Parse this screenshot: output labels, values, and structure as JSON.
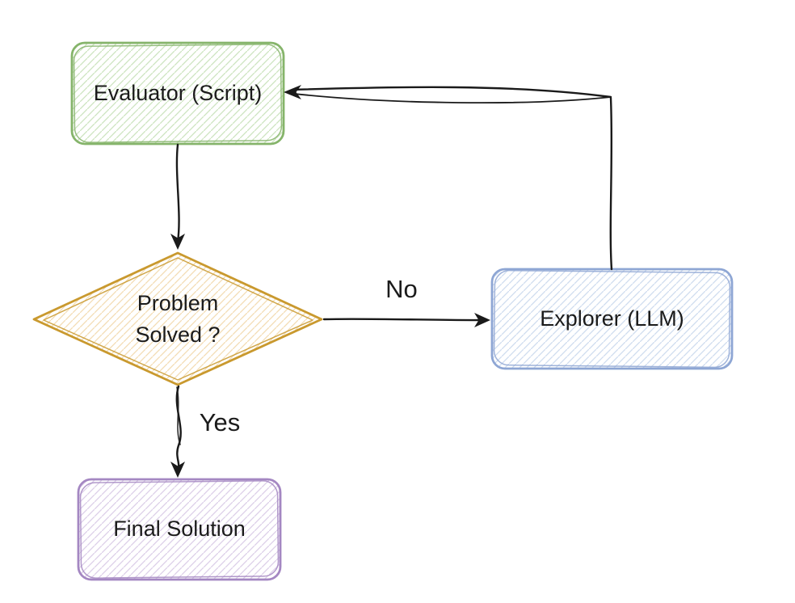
{
  "flowchart": {
    "nodes": {
      "evaluator": {
        "label": "Evaluator (Script)",
        "shape": "rectangle",
        "stroke": "#85b46a",
        "hatch": "#cde4bf"
      },
      "decision": {
        "label": "Problem Solved ?",
        "shape": "diamond",
        "stroke": "#c9992e",
        "hatch": "#f3dcb4"
      },
      "explorer": {
        "label": "Explorer (LLM)",
        "shape": "rectangle",
        "stroke": "#8ea6d4",
        "hatch": "#cfdcef"
      },
      "final": {
        "label": "Final Solution",
        "shape": "rectangle",
        "stroke": "#a487c2",
        "hatch": "#dccfe8"
      }
    },
    "edges": {
      "evaluator_to_decision": {
        "from": "evaluator",
        "to": "decision",
        "label": ""
      },
      "decision_to_explorer": {
        "from": "decision",
        "to": "explorer",
        "label": "No"
      },
      "explorer_to_evaluator": {
        "from": "explorer",
        "to": "evaluator",
        "label": ""
      },
      "decision_to_final": {
        "from": "decision",
        "to": "final",
        "label": "Yes"
      }
    },
    "arrow_color": "#1a1a1a",
    "text_color": "#1b1b1b",
    "background": "#ffffff"
  }
}
